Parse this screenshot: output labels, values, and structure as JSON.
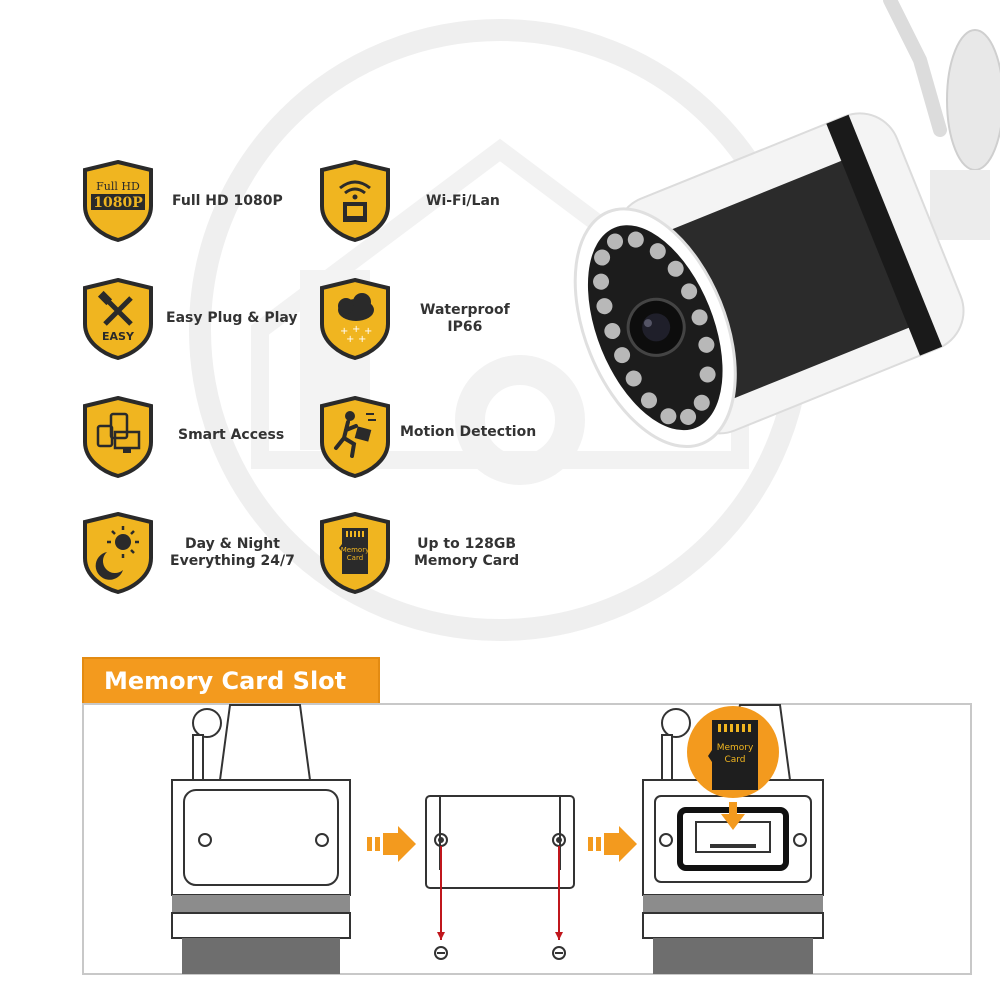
{
  "features": [
    {
      "label_lines": [
        "Full HD 1080P"
      ],
      "icon": "full-hd-1080p-icon",
      "icon_text": [
        "Full HD",
        "1080P"
      ]
    },
    {
      "label_lines": [
        "Wi-Fi/Lan"
      ],
      "icon": "wifi-lan-icon"
    },
    {
      "label_lines": [
        "Easy Plug & Play"
      ],
      "icon": "tools-easy-icon",
      "icon_text": [
        "EASY"
      ]
    },
    {
      "label_lines": [
        "Waterproof",
        "IP66"
      ],
      "icon": "rain-cloud-icon"
    },
    {
      "label_lines": [
        "Smart Access"
      ],
      "icon": "devices-icon"
    },
    {
      "label_lines": [
        "Motion Detection"
      ],
      "icon": "running-person-icon"
    },
    {
      "label_lines": [
        "Day & Night",
        "Everything 24/7"
      ],
      "icon": "sun-moon-icon"
    },
    {
      "label_lines": [
        "Up to 128GB",
        "Memory Card"
      ],
      "icon": "memory-card-icon",
      "icon_text": [
        "Memory",
        "Card"
      ]
    }
  ],
  "memory_section": {
    "title": "Memory Card Slot",
    "card_text": [
      "Memory",
      "Card"
    ]
  },
  "colors": {
    "gold": "#e8a317",
    "dark": "#2a2a2a",
    "orange": "#f39a1e",
    "red": "#c0161c"
  }
}
